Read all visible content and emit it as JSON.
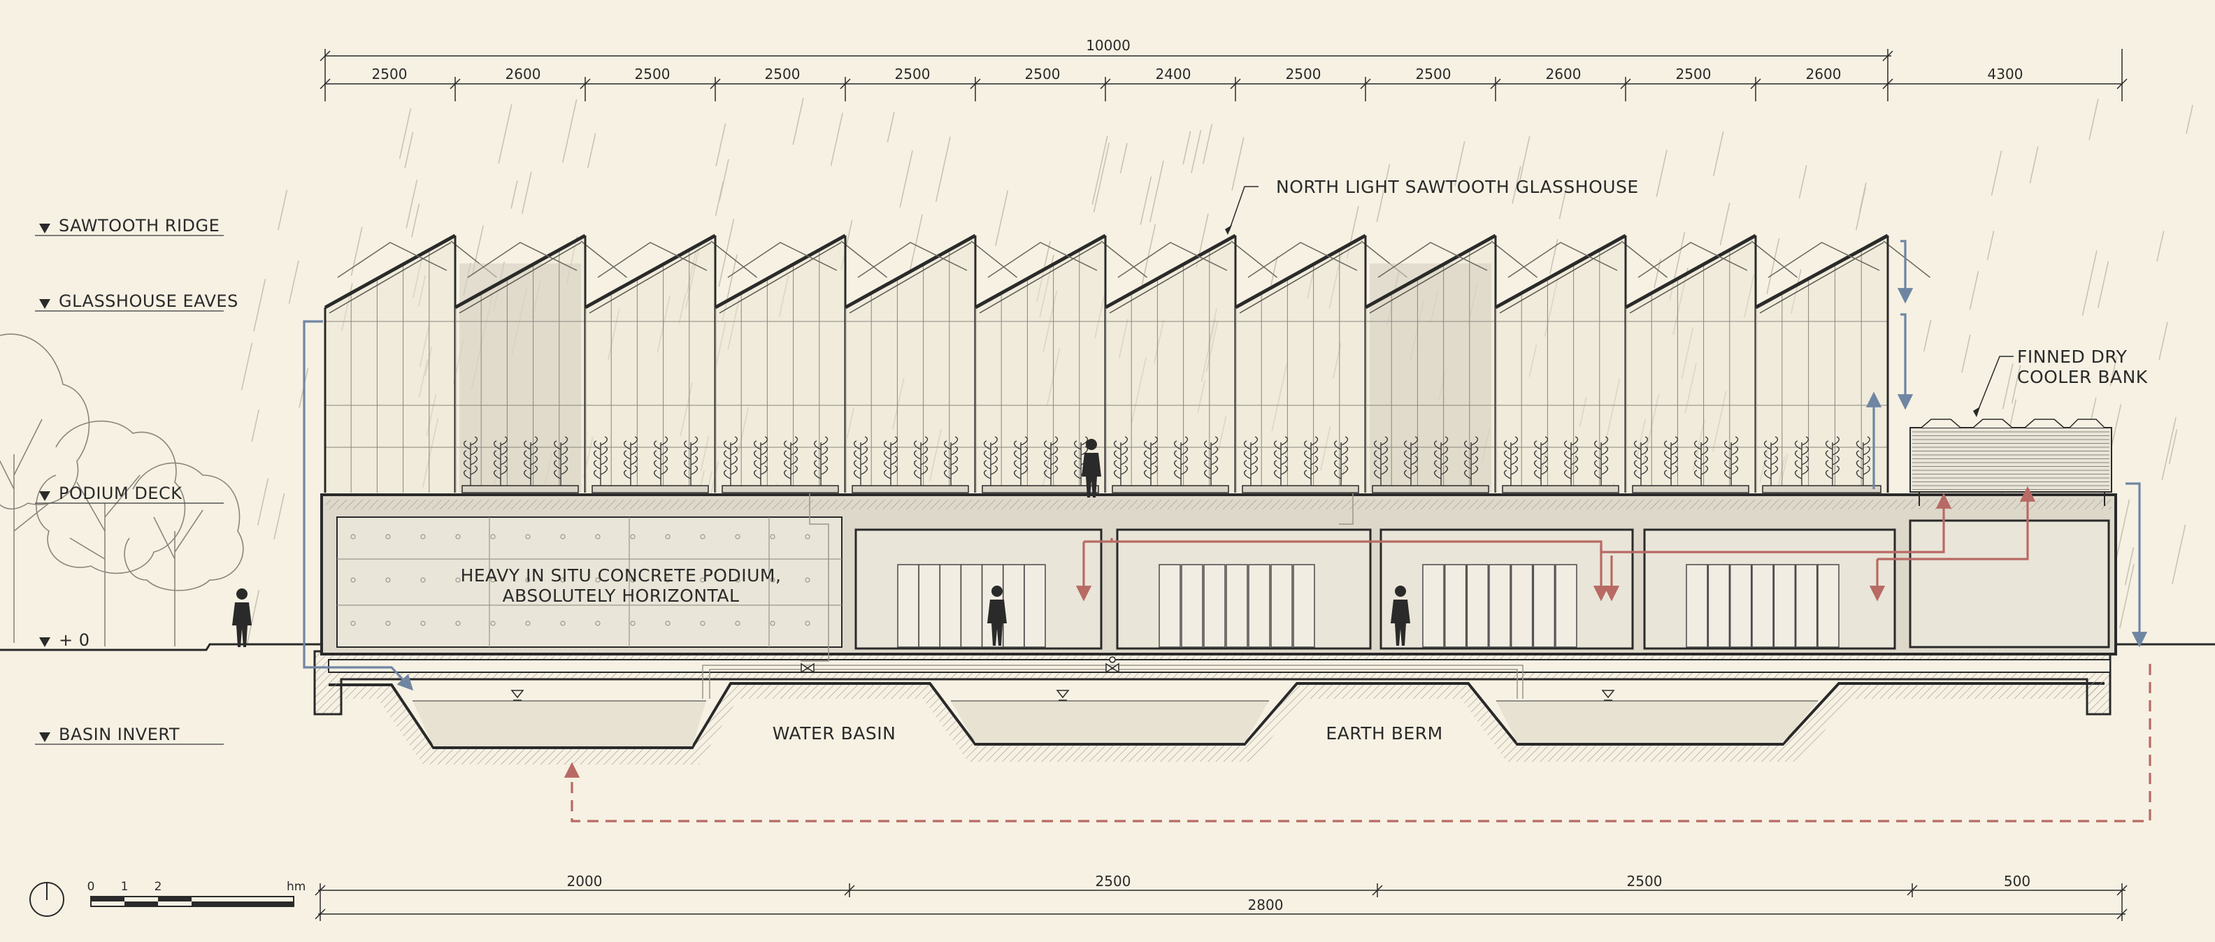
{
  "levels": [
    {
      "id": "sawtooth-ridge",
      "label": "SAWTOOTH RIDGE"
    },
    {
      "id": "glasshouse-eaves",
      "label": "GLASSHOUSE EAVES"
    },
    {
      "id": "podium-deck",
      "label": "PODIUM DECK"
    },
    {
      "id": "ground",
      "label": "+ 0"
    },
    {
      "id": "basin-invert",
      "label": "BASIN INVERT"
    }
  ],
  "dims_top_total": "10000",
  "dims_top": [
    "2500",
    "2600",
    "2500",
    "2500",
    "2500",
    "2500",
    "2400",
    "2500",
    "2500",
    "2600",
    "2500",
    "2600",
    "4300"
  ],
  "dims_bottom": [
    "2000",
    "2500",
    "2500",
    "500"
  ],
  "dims_bottom_total": "2800",
  "annotations": {
    "glasshouse": "NORTH LIGHT SAWTOOTH GLASSHOUSE",
    "cooler_line1": "FINNED DRY",
    "cooler_line2": "COOLER BANK",
    "podium_line1": "HEAVY IN SITU CONCRETE PODIUM,",
    "podium_line2": "ABSOLUTELY HORIZONTAL",
    "water_basin": "WATER BASIN",
    "earth_berm": "EARTH BERM"
  },
  "scale_bar": {
    "ticks": [
      "0",
      "1",
      "2"
    ],
    "unit": "hm"
  },
  "colors": {
    "background": "#f6f1e3",
    "ink": "#2a2a2a",
    "warm_flow": "#b86a64",
    "cool_flow": "#6f86a3",
    "concrete": "#e9e5d8",
    "glass": "#ebe6d6"
  }
}
